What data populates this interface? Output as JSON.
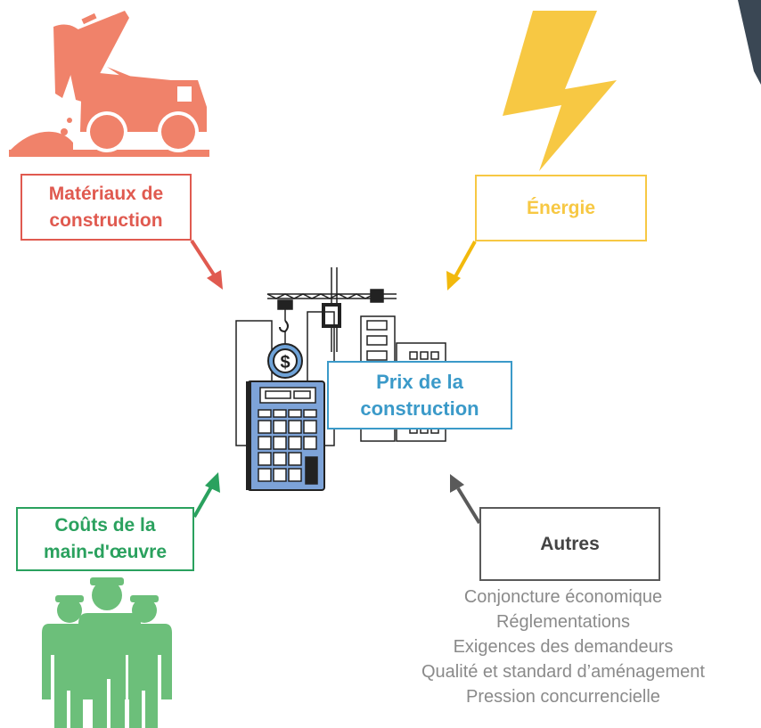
{
  "boxes": {
    "materials": {
      "line1": "Matériaux de",
      "line2": "construction",
      "color": "#e05a50"
    },
    "energy": {
      "label": "Énergie",
      "color": "#f7c843"
    },
    "price": {
      "line1": "Prix de la",
      "line2": "construction",
      "color": "#3b9ac9"
    },
    "labour": {
      "line1": "Coûts de la",
      "line2": "main-d'œuvre",
      "color": "#2aa15e"
    },
    "other": {
      "label": "Autres",
      "color": "#5a5a5a"
    }
  },
  "other_factors": [
    "Conjoncture économique",
    "Réglementations",
    "Exigences des demandeurs",
    "Qualité et standard d’aménagement",
    "Pression concurrencielle"
  ],
  "icons": {
    "materials": "dump-truck-icon",
    "energy": "lightning-bolt-icon",
    "price": "calculator-construction-icon",
    "labour": "workers-icon",
    "dollar_symbol": "$"
  }
}
